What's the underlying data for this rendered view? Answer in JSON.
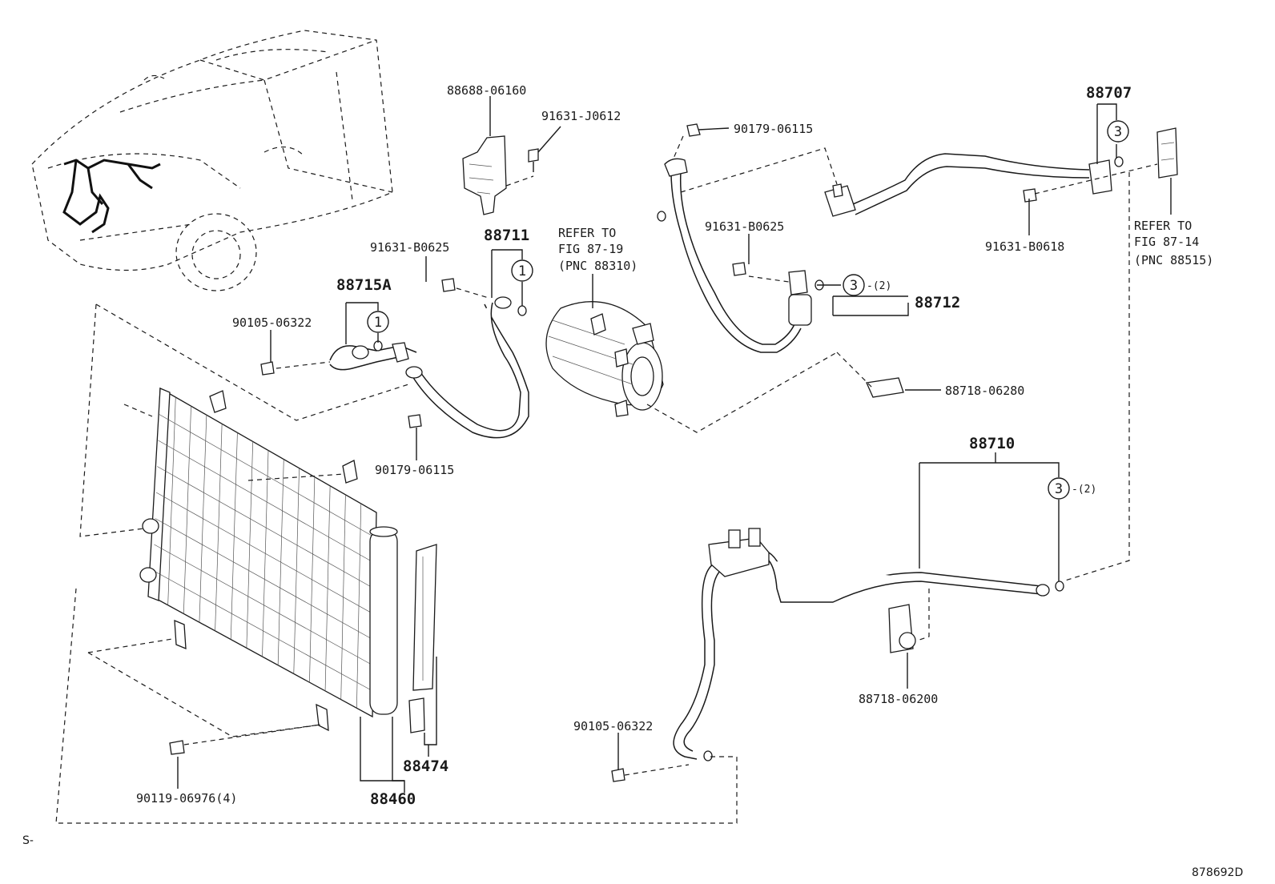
{
  "labels": {
    "p88688": "88688-06160",
    "p91631_j0612": "91631-J0612",
    "p90179_top": "90179-06115",
    "p88707": "88707",
    "p91631_b0625_a": "91631-B0625",
    "p88711": "88711",
    "refer_1": "REFER TO",
    "refer_1_fig": "FIG 87-19",
    "refer_1_pnc": "(PNC 88310)",
    "p91631_b0625_b": "91631-B0625",
    "p91631_b0618": "91631-B0618",
    "refer_2": "REFER TO",
    "refer_2_fig": "FIG 87-14",
    "refer_2_pnc": "(PNC 88515)",
    "p88715a": "88715A",
    "p90105_a": "90105-06322",
    "p88712": "88712",
    "qty_2": "-(2)",
    "p88718_06280": "88718-06280",
    "p90179_mid": "90179-06115",
    "p88710": "88710",
    "qty_2b": "-(2)",
    "p88718_06200": "88718-06200",
    "p90105_b": "90105-06322",
    "p88474": "88474",
    "p90119": "90119-06976(4)",
    "p88460": "88460",
    "corner_left": "S-",
    "corner_right": "878692D"
  },
  "callouts": {
    "one_a": "1",
    "one_b": "1",
    "three_a": "3",
    "three_b": "3",
    "three_c": "3"
  }
}
